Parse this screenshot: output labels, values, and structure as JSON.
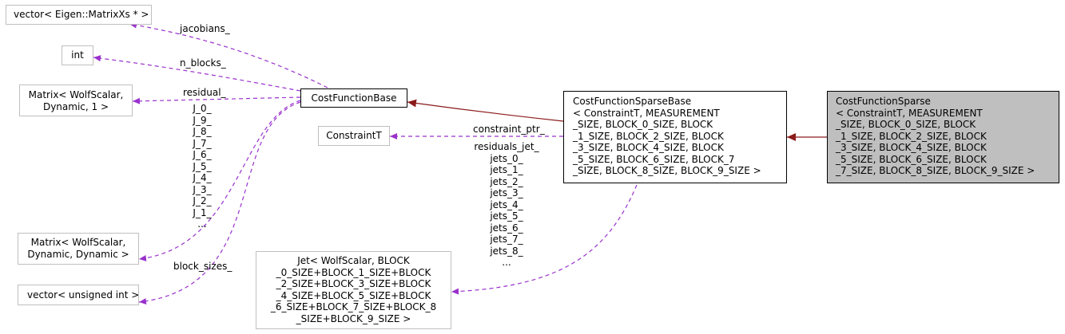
{
  "nodes": {
    "vector_matrixxs": "vector< Eigen::MatrixXs * >",
    "int": "int",
    "matrix_1": [
      "Matrix< WolfScalar,",
      "Dynamic, 1 >"
    ],
    "cost_function_base": "CostFunctionBase",
    "constraint_t": "ConstraintT",
    "matrix_dyn": [
      "Matrix< WolfScalar,",
      "Dynamic, Dynamic >"
    ],
    "vector_uint": "vector< unsigned int >",
    "jet": [
      "Jet< WolfScalar, BLOCK",
      "_0_SIZE+BLOCK_1_SIZE+BLOCK",
      "_2_SIZE+BLOCK_3_SIZE+BLOCK",
      "_4_SIZE+BLOCK_5_SIZE+BLOCK",
      "_6_SIZE+BLOCK_7_SIZE+BLOCK_8",
      "_SIZE+BLOCK_9_SIZE >"
    ],
    "sparse_base": [
      "CostFunctionSparseBase",
      "< ConstraintT, MEASUREMENT",
      "_SIZE, BLOCK_0_SIZE, BLOCK",
      "_1_SIZE, BLOCK_2_SIZE, BLOCK",
      "_3_SIZE, BLOCK_4_SIZE, BLOCK",
      "_5_SIZE, BLOCK_6_SIZE, BLOCK_7",
      "_SIZE, BLOCK_8_SIZE, BLOCK_9_SIZE >"
    ],
    "sparse": [
      "CostFunctionSparse",
      "< ConstraintT, MEASUREMENT",
      "_SIZE, BLOCK_0_SIZE, BLOCK",
      "_1_SIZE, BLOCK_2_SIZE, BLOCK",
      "_3_SIZE, BLOCK_4_SIZE, BLOCK",
      "_5_SIZE, BLOCK_6_SIZE, BLOCK",
      "_7_SIZE, BLOCK_8_SIZE, BLOCK_9_SIZE >"
    ]
  },
  "edge_labels": {
    "jacobians": "jacobians_",
    "n_blocks": "n_blocks_",
    "residual": "residual_",
    "j_list": [
      "J_0_",
      "J_9_",
      "J_8_",
      "J_7_",
      "J_6_",
      "J_5_",
      "J_4_",
      "J_3_",
      "J_2_",
      "J_1_",
      "..."
    ],
    "block_sizes": "block_sizes_",
    "constraint_ptr": "constraint_ptr_",
    "jets_list": [
      "residuals_jet_",
      "jets_0_",
      "jets_1_",
      "jets_2_",
      "jets_3_",
      "jets_4_",
      "jets_5_",
      "jets_6_",
      "jets_7_",
      "jets_8_",
      "..."
    ]
  },
  "colors": {
    "usage_edge": "#9a32cd",
    "inheritance_edge": "#8b1a1a",
    "node_border": "#bfbfbf",
    "current_node_fill": "#bfbfbf"
  }
}
